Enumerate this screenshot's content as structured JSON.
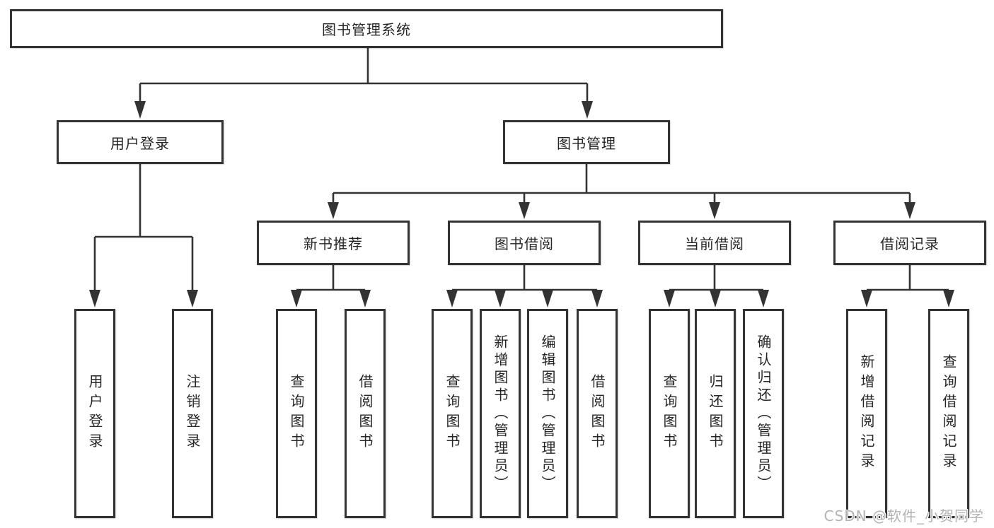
{
  "tree": {
    "label": "图书管理系统",
    "children": [
      {
        "label": "用户登录",
        "children": [
          {
            "label": "用户登录"
          },
          {
            "label": "注销登录"
          }
        ]
      },
      {
        "label": "图书管理",
        "children": [
          {
            "label": "新书推荐",
            "children": [
              {
                "label": "查询图书"
              },
              {
                "label": "借阅图书"
              }
            ]
          },
          {
            "label": "图书借阅",
            "children": [
              {
                "label": "查询图书"
              },
              {
                "label": "新增图书（管理员）"
              },
              {
                "label": "编辑图书（管理员）"
              },
              {
                "label": "借阅图书"
              }
            ]
          },
          {
            "label": "当前借阅",
            "children": [
              {
                "label": "查询图书"
              },
              {
                "label": "归还图书"
              },
              {
                "label": "确认归还（管理员）"
              }
            ]
          },
          {
            "label": "借阅记录",
            "children": [
              {
                "label": "新增借阅记录"
              },
              {
                "label": "查询借阅记录"
              }
            ]
          }
        ]
      }
    ]
  },
  "watermark": {
    "text": "CSDN @软件_小贺同学"
  },
  "colors": {
    "line": "#333333",
    "box_border": "#333333",
    "text": "#262626",
    "watermark": "#b3b3b3",
    "background": "#ffffff"
  }
}
